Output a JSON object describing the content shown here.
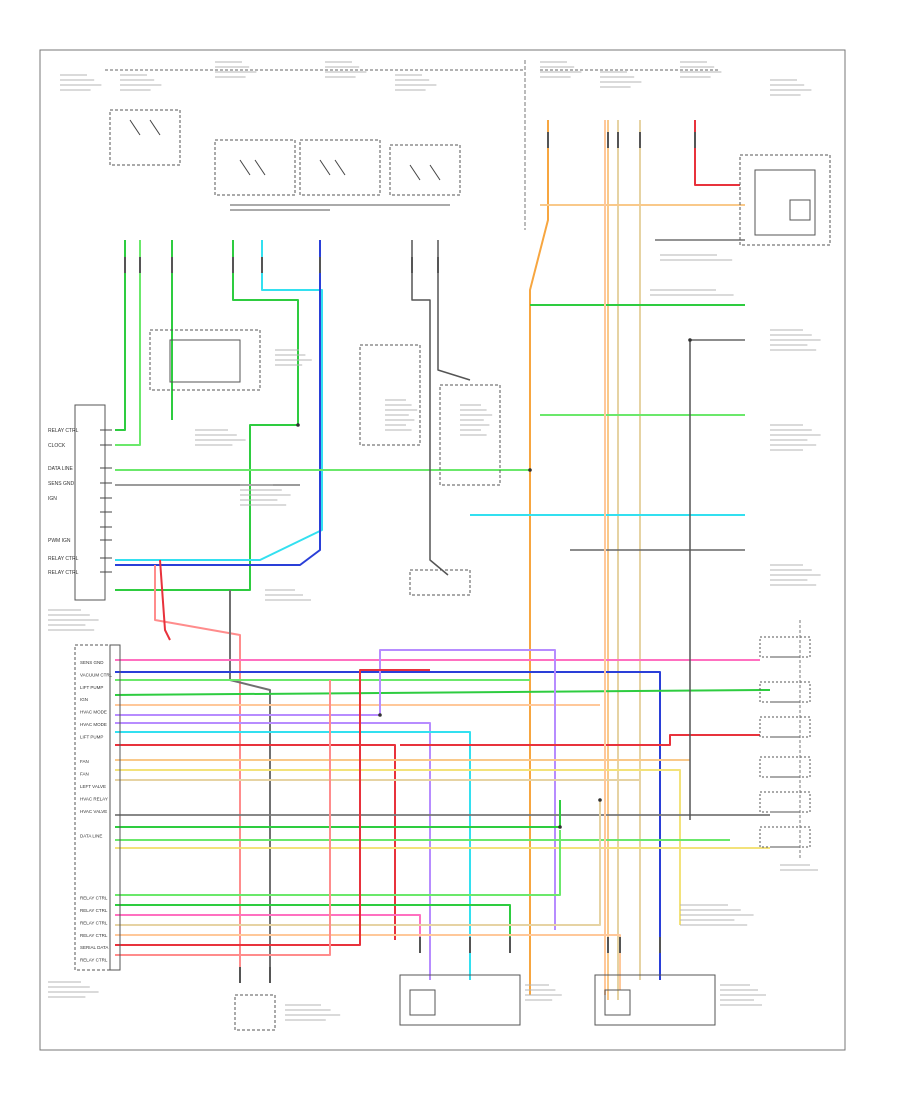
{
  "ecu": {
    "pins_upper": [
      "RELAY CTRL",
      "CLOCK",
      "DATA LINE",
      "SENS GND",
      "IGN",
      "",
      "",
      "PWM IGN",
      "RELAY CTRL",
      "RELAY CTRL"
    ],
    "pins_lower": [
      "SENS GND",
      "VACUUM CTRL",
      "LIFT PUMP",
      "IGN",
      "HVAC MODE",
      "HVAC MODE",
      "LIFT PUMP",
      "",
      "FAN",
      "FAN",
      "LEFT VALVE",
      "HVAC RELAY",
      "HVAC VALVE",
      "",
      "DATA LINE",
      "",
      "",
      "",
      "",
      "RELAY CTRL",
      "RELAY CTRL",
      "RELAY CTRL",
      "RELAY CTRL",
      "SERIAL DATA",
      "RELAY CTRL"
    ]
  },
  "colors": {
    "green": "#2ecc40",
    "lightgreen": "#6be86b",
    "cyan": "#33e0f0",
    "blue": "#2a3fd8",
    "orange": "#f7a640",
    "lightorange": "#f9c98a",
    "tan": "#e6d3a3",
    "pink": "#ff70c0",
    "red": "#e8323c",
    "lightred": "#ff8c8c",
    "purple": "#b78cff",
    "gray": "#8a8a8a",
    "black": "#444444",
    "yellow": "#f3e27a",
    "peach": "#ffc89a"
  }
}
